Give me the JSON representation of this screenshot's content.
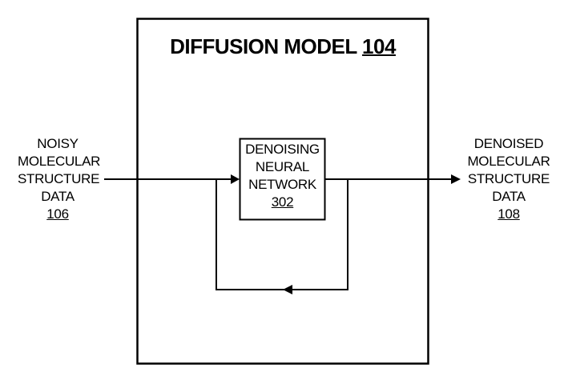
{
  "diagram": {
    "outer_box": {
      "title": "DIFFUSION MODEL",
      "ref": "104"
    },
    "inner_box": {
      "lines": [
        "DENOISING",
        "NEURAL",
        "NETWORK"
      ],
      "ref": "302"
    },
    "input": {
      "lines": [
        "NOISY",
        "MOLECULAR",
        "STRUCTURE",
        "DATA"
      ],
      "ref": "106"
    },
    "output": {
      "lines": [
        "DENOISED",
        "MOLECULAR",
        "STRUCTURE",
        "DATA"
      ],
      "ref": "108"
    },
    "edges": [
      {
        "from": "input",
        "to": "inner_box"
      },
      {
        "from": "inner_box",
        "to": "output"
      },
      {
        "from": "inner_box",
        "to": "inner_box",
        "type": "feedback-loop"
      }
    ]
  }
}
